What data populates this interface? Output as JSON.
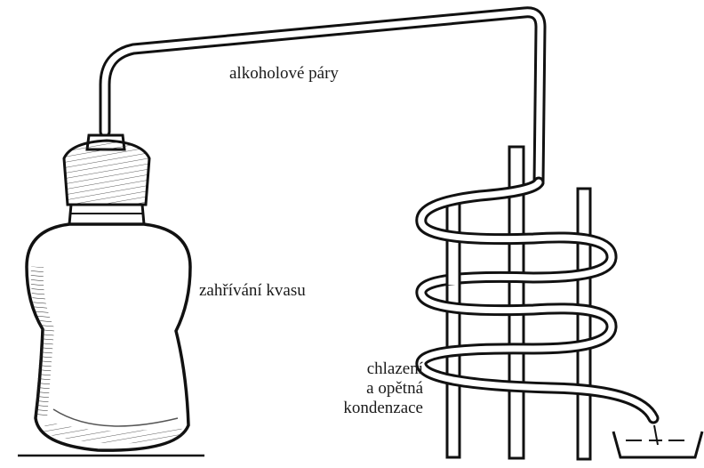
{
  "labels": {
    "vapor": "alkoholové páry",
    "heating": "zahřívání kvasu",
    "cooling": [
      "chlazení",
      "a opětná",
      "kondenzace"
    ]
  },
  "colors": {
    "ink": "#1a1a1a",
    "paper": "#ffffff"
  }
}
